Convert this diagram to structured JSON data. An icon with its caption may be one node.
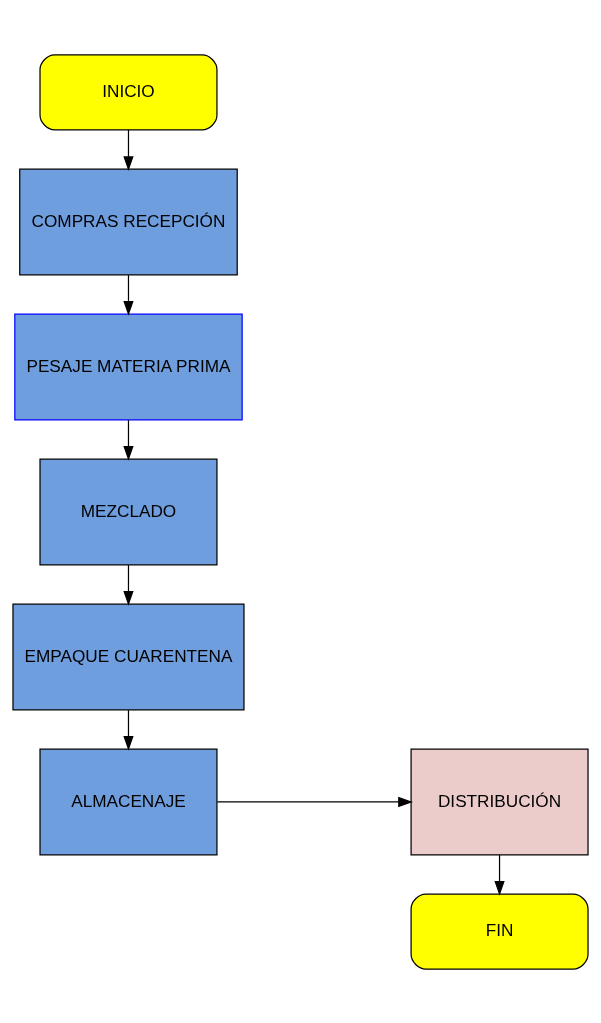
{
  "diagram": {
    "nodes": [
      {
        "text": [
          "INICIO"
        ]
      },
      {
        "text": [
          "COMPRAS RECEPCIÓN"
        ]
      },
      {
        "text": [
          "PESAJE MATERIA PRIMA"
        ]
      },
      {
        "text": [
          "MEZCLADO"
        ]
      },
      {
        "text": [
          "EMPAQUE CUARENTENA"
        ]
      },
      {
        "text": [
          "ALMACENAJE"
        ]
      },
      {
        "text": [
          "DISTRIBUCIÓN"
        ]
      },
      {
        "text": [
          "FIN"
        ]
      }
    ],
    "edges": [
      {
        "from": 0,
        "to": 1,
        "arrow": "to"
      },
      {
        "from": 1,
        "to": 2,
        "arrow": "to"
      },
      {
        "from": 2,
        "to": 3,
        "arrow": "to"
      },
      {
        "from": 3,
        "to": 4,
        "arrow": "to"
      },
      {
        "from": 4,
        "to": 5,
        "arrow": "to"
      },
      {
        "from": 5,
        "to": 6,
        "arrow": "to"
      },
      {
        "from": 6,
        "to": 7,
        "arrow": "to"
      }
    ]
  }
}
